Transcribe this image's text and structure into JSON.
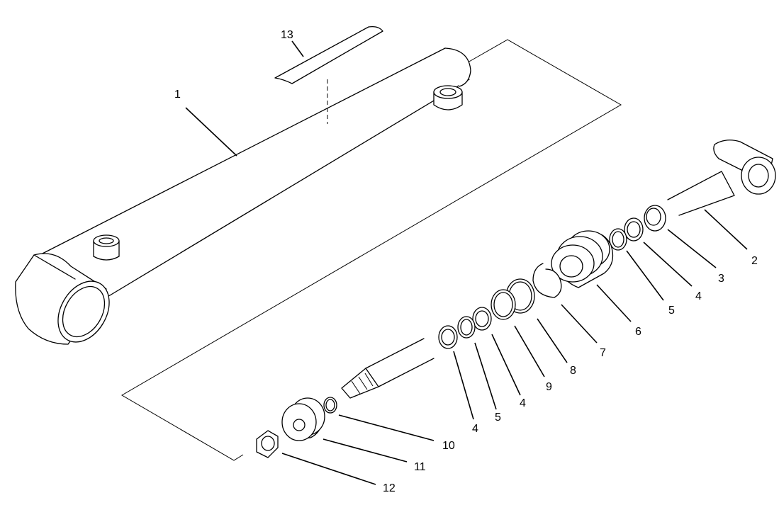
{
  "callouts": {
    "c1": "1",
    "c2": "2",
    "c3": "3",
    "c4a": "4",
    "c5a": "5",
    "c6": "6",
    "c7": "7",
    "c8": "8",
    "c9": "9",
    "c4b": "4",
    "c5b": "5",
    "c4c": "4",
    "c10": "10",
    "c11": "11",
    "c12": "12",
    "c13": "13"
  }
}
